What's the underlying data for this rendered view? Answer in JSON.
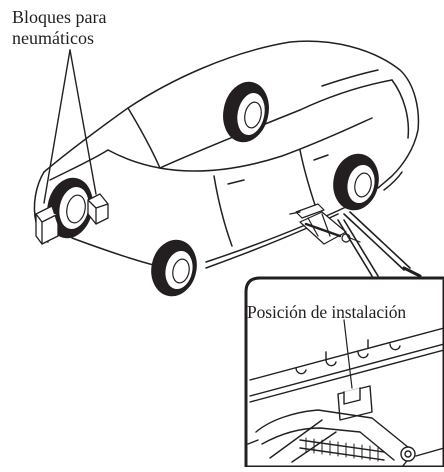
{
  "labels": {
    "wheel_blocks_line1": "Bloques para",
    "wheel_blocks_line2": "neumáticos",
    "installation_position": "Posición de instalación"
  },
  "colors": {
    "ink": "#231f20",
    "background": "#ffffff"
  }
}
